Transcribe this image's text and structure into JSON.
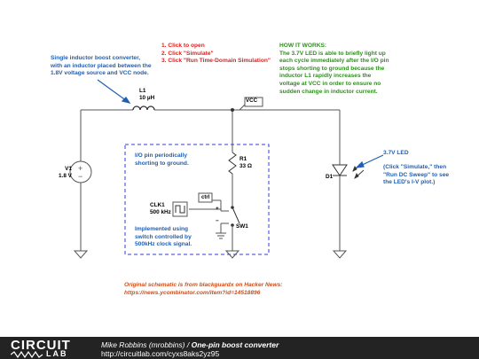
{
  "notes": {
    "intro": [
      "Single inductor boost converter,",
      "with an inductor placed between the",
      "1.8V voltage source and VCC node."
    ],
    "steps": [
      "1. Click to open",
      "2. Click \"Simulate\"",
      "3. Click \"Run Time-Domain Simulation\""
    ],
    "how_title": "HOW IT WORKS:",
    "how_lines": [
      "The 3.7V LED is able to briefly light up",
      "each cycle immediately after the I/O pin",
      "stops shorting to ground because the",
      "inductor L1 rapidly increases the",
      "voltage at VCC in order to ensure no",
      "sudden change in inductor current."
    ],
    "io_pin": [
      "I/O pin periodically",
      "shorting to ground."
    ],
    "implemented": [
      "Implemented using",
      "switch controlled by",
      "500kHz clock signal."
    ],
    "led_note": "3.7V LED",
    "led_sim": [
      "(Click \"Simulate,\" then",
      "\"Run DC Sweep\" to see",
      "the LED's I-V plot.)"
    ],
    "original": [
      "Original schematic is from blackguardx on Hacker News:",
      "https://news.ycombinator.com/item?id=14518896"
    ]
  },
  "components": {
    "l1_name": "L1",
    "l1_value": "10 µH",
    "vcc_tag": "VCC",
    "r1_name": "R1",
    "r1_value": "33 Ω",
    "v1_name": "V1",
    "v1_value": "1.8 V",
    "d1_name": "D1",
    "clk_name": "CLK1",
    "clk_value": "500 kHz",
    "ctrl_tag": "ctrl",
    "sw_name": "SW1",
    "sw_plus": "+",
    "sw_minus": "−"
  },
  "colors": {
    "note_blue": "#1f5fb5",
    "note_red": "#e0201e",
    "note_green": "#2f8f1e",
    "note_orange": "#c8501e",
    "dashed_box": "#3a3adb"
  },
  "footer": {
    "logo_top": "CIRCUIT",
    "logo_bottom": "LAB",
    "author": "Mike Robbins (mrobbins)",
    "separator": " / ",
    "title": "One-pin boost converter",
    "url": "http://circuitlab.com/cyxs8aks2yz95"
  }
}
